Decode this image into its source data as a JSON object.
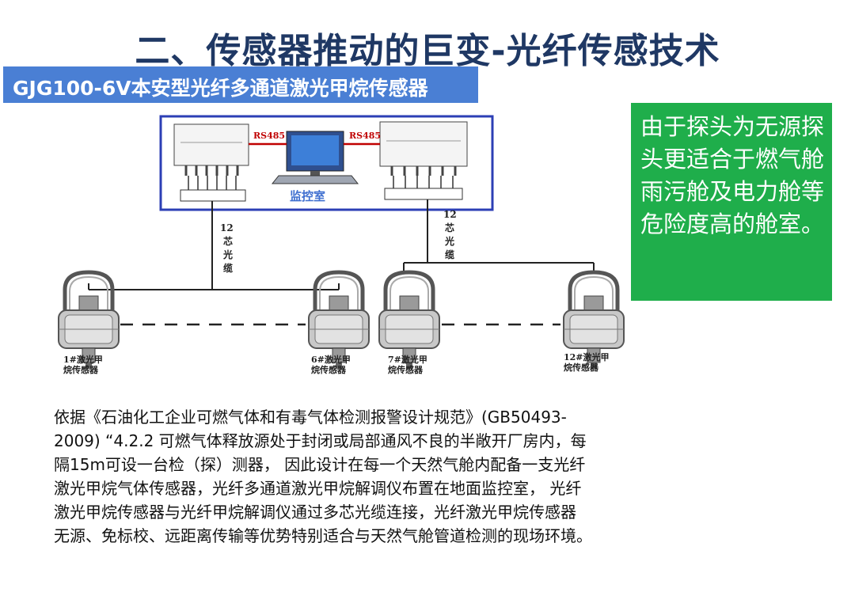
{
  "title": "二、传感器推动的巨变-光纤传感技术",
  "banner": "GJG100-6V本安型光纤多通道激光甲烷传感器",
  "note": "由于探头为无源探头更适合于燃气舱雨污舱及电力舱等危险度高的舱室。",
  "diagram": {
    "protocol_left": "RS485",
    "protocol_right": "RS485",
    "monitor_room": "监控室",
    "cable_left": [
      "12",
      "芯",
      "光",
      "缆"
    ],
    "cable_right": [
      "12",
      "芯",
      "光",
      "缆"
    ],
    "sensors": [
      {
        "line1": "1#激光甲",
        "line2": "烷传感器"
      },
      {
        "line1": "6#激光甲",
        "line2": "烷传感器"
      },
      {
        "line1": "7#激光甲",
        "line2": "烷传感器"
      },
      {
        "line1": "12#激光甲",
        "line2": "烷传感器"
      }
    ]
  },
  "description": [
    "依据《石油化工企业可燃气体和有毒气体检测报警设计规范》(GB50493-",
    "2009) “4.2.2 可燃气体释放源处于封闭或局部通风不良的半敞开厂房内，每",
    "隔15m可设一台检（探）测器， 因此设计在每一个天然气舱内配备一支光纤",
    "激光甲烷气体传感器，光纤多通道激光甲烷解调仪布置在地面监控室， 光纤",
    "激光甲烷传感器与光纤甲烷解调仪通过多芯光缆连接，光纤激光甲烷传感器",
    "无源、免标校、远距离传输等优势特别适合与天然气舱管道检测的现场环境。"
  ]
}
